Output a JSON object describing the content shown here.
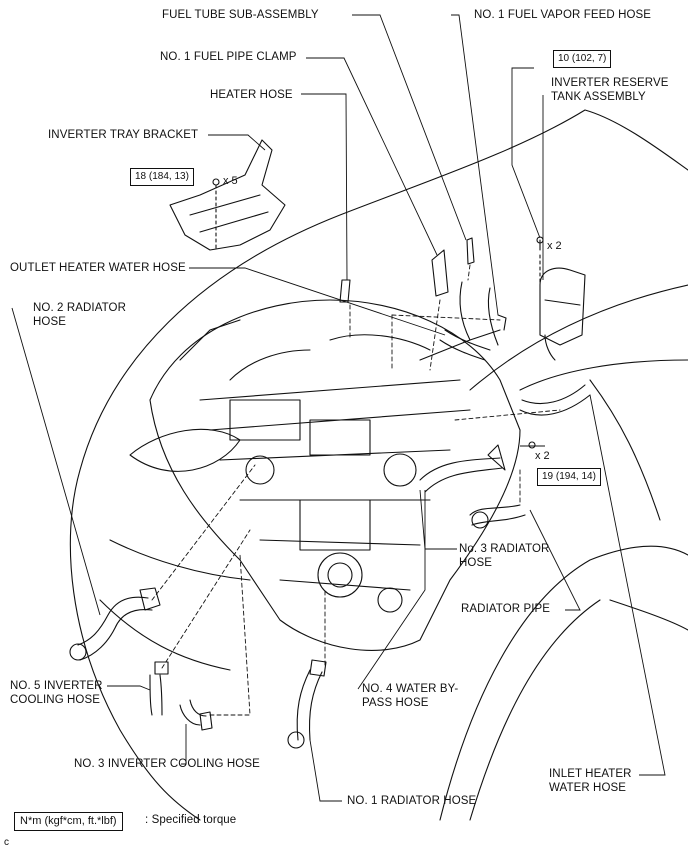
{
  "labels": {
    "fuel_tube": "FUEL TUBE SUB-ASSEMBLY",
    "fuel_vapor": "NO. 1 FUEL VAPOR FEED HOSE",
    "fuel_clamp": "NO. 1 FUEL PIPE CLAMP",
    "inverter_reserve_1": "INVERTER RESERVE",
    "inverter_reserve_2": "TANK ASSEMBLY",
    "heater_hose": "HEATER HOSE",
    "inverter_tray": "INVERTER TRAY BRACKET",
    "outlet_heater": "OUTLET HEATER WATER HOSE",
    "no2_radiator_1": "NO. 2 RADIATOR",
    "no2_radiator_2": "HOSE",
    "no3_radiator_1": "No. 3 RADIATOR",
    "no3_radiator_2": "HOSE",
    "radiator_pipe": "RADIATOR PIPE",
    "no5_inverter_1": "NO. 5 INVERTER",
    "no5_inverter_2": "COOLING HOSE",
    "no4_bypass_1": "NO. 4 WATER BY-",
    "no4_bypass_2": "PASS HOSE",
    "no3_inverter": "NO. 3 INVERTER COOLING HOSE",
    "inlet_heater_1": "INLET HEATER",
    "inlet_heater_2": "WATER HOSE",
    "no1_radiator": "NO. 1 RADIATOR HOSE"
  },
  "torques": {
    "t10": "10 (102, 7)",
    "t18": "18 (184, 13)",
    "t19": "19 (194, 14)"
  },
  "multipliers": {
    "x5": "x 5",
    "x2_tank": "x 2",
    "x2_radiator": "x 2"
  },
  "legend": {
    "unit": "N*m (kgf*cm, ft.*lbf)",
    "desc": ": Specified torque"
  },
  "corner_mark": "c"
}
